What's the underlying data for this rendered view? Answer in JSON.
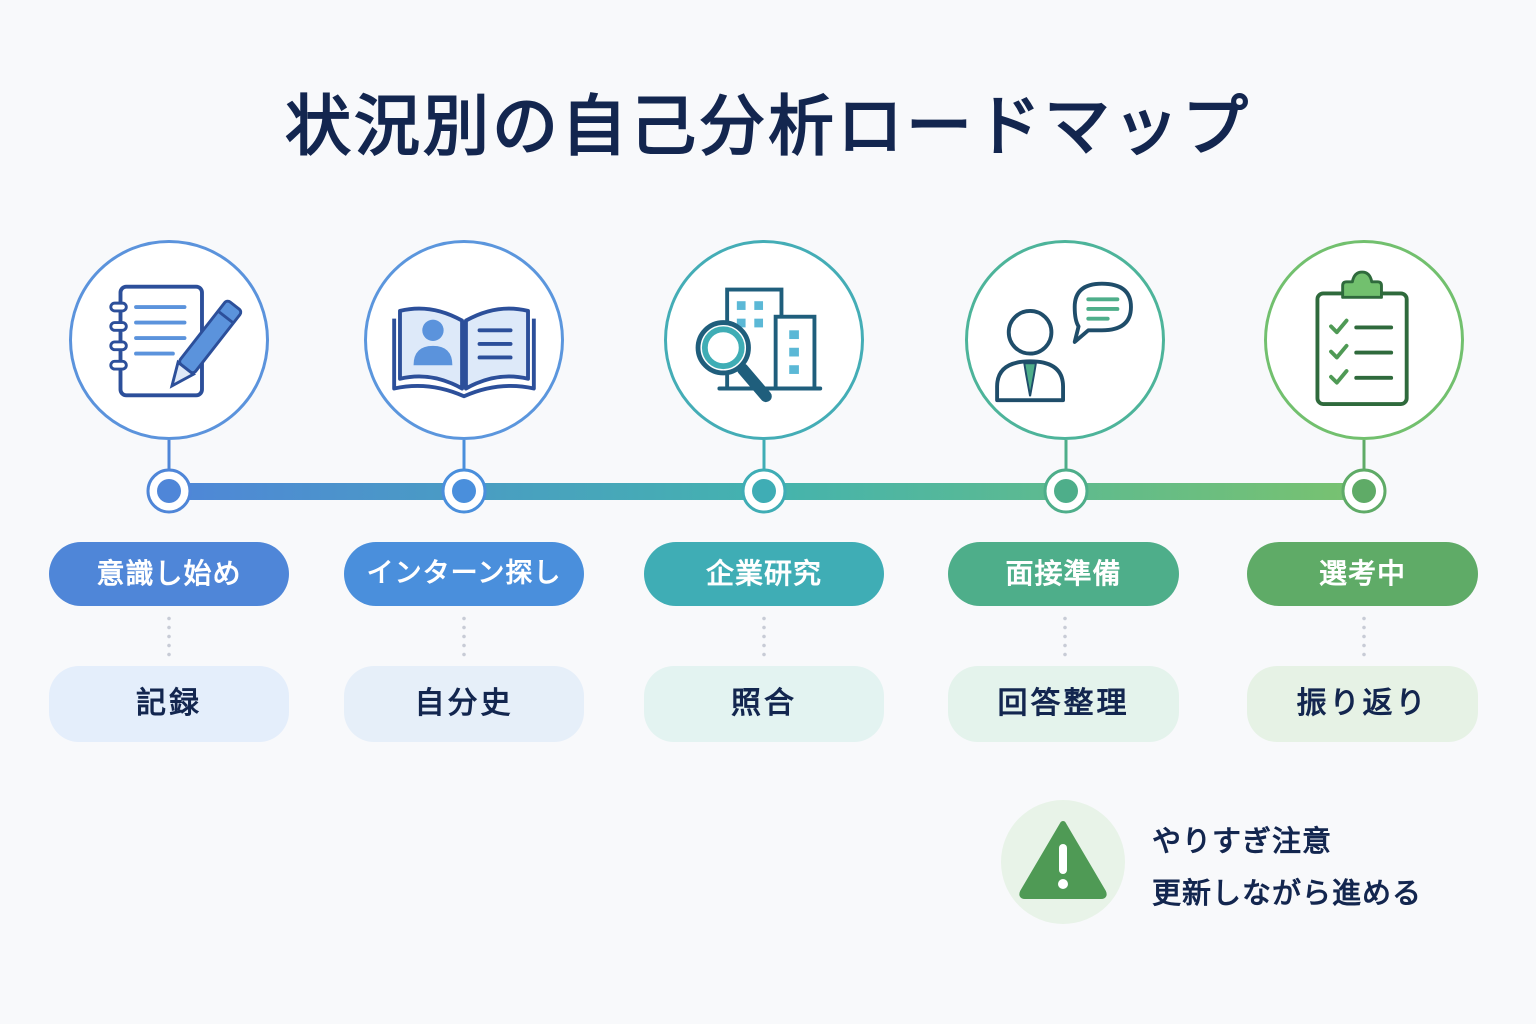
{
  "title": "状況別の自己分析ロードマップ",
  "stages": [
    {
      "phase": "意識し始め",
      "task": "記録",
      "color": "#4f86d8",
      "task_bg": "#e4eefb",
      "icon": "notebook-pen-icon"
    },
    {
      "phase": "インターン探し",
      "task": "自分史",
      "color": "#4a8fdc",
      "task_bg": "#e6eff9",
      "icon": "open-book-profile-icon"
    },
    {
      "phase": "企業研究",
      "task": "照合",
      "color": "#3fadb5",
      "task_bg": "#e3f3f1",
      "icon": "magnifier-building-icon"
    },
    {
      "phase": "面接準備",
      "task": "回答整理",
      "color": "#4eae8a",
      "task_bg": "#e4f3ec",
      "icon": "interview-speech-icon"
    },
    {
      "phase": "選考中",
      "task": "振り返り",
      "color": "#5fab67",
      "task_bg": "#e6f2e5",
      "icon": "checklist-clipboard-icon"
    }
  ],
  "warning": {
    "icon": "warning-triangle-icon",
    "color": "#4f9a55",
    "line1": "やりすぎ注意",
    "line2": "更新しながら進める"
  }
}
